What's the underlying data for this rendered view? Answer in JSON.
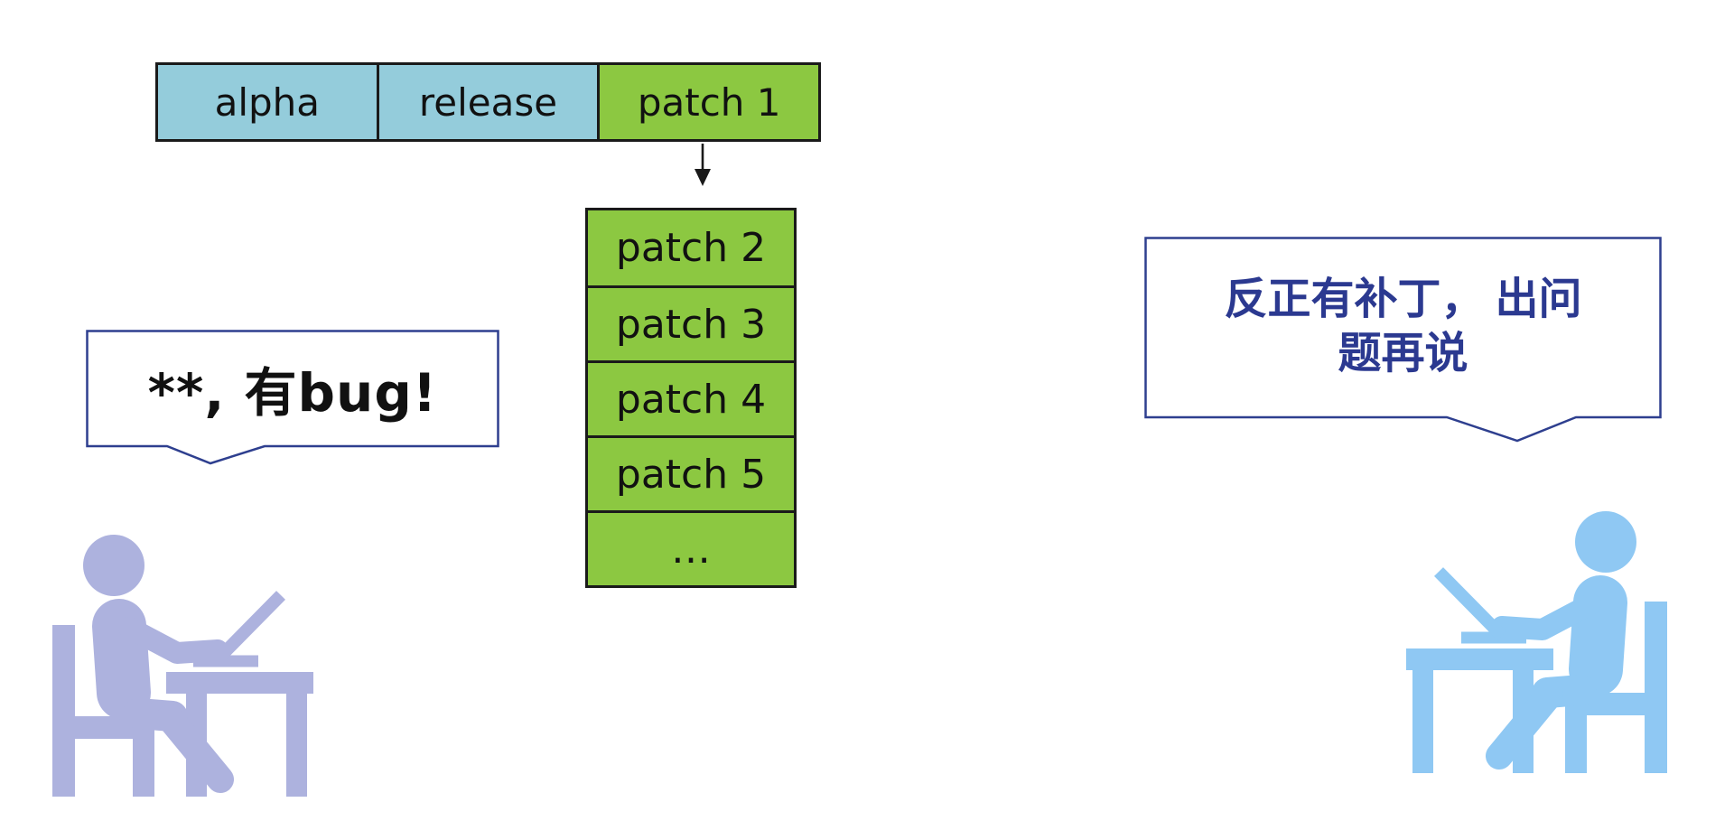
{
  "release_bar": {
    "cells": [
      {
        "label": "alpha",
        "fill": "#94CCDB"
      },
      {
        "label": "release",
        "fill": "#94CCDB"
      },
      {
        "label": "patch 1",
        "fill": "#8CC841"
      }
    ]
  },
  "flow": {
    "arrow_icon": "down-arrow"
  },
  "patch_stack": {
    "cells": [
      "patch 2",
      "patch 3",
      "patch 4",
      "patch 5",
      "…"
    ]
  },
  "speech_bubbles": {
    "left": {
      "text": "**, 有bug!",
      "text_color": "#111111",
      "border_color": "#2E3F8F"
    },
    "right": {
      "line1": "反正有补丁， 出问",
      "line2": "题再说",
      "text_color": "#2B3990",
      "border_color": "#2E3F8F"
    }
  },
  "people": {
    "left": {
      "icon": "person-at-desk-with-laptop",
      "color": "#ADB2DE",
      "facing": "right"
    },
    "right": {
      "icon": "person-at-desk-with-laptop",
      "color": "#8FC8F3",
      "facing": "left"
    }
  },
  "palette": {
    "cell_blue": "#94CCDB",
    "cell_green": "#8CC841",
    "cell_border": "#1A1A1A",
    "bubble_border": "#2E3F8F",
    "navy_text": "#2B3990",
    "background": "#FFFFFF"
  }
}
